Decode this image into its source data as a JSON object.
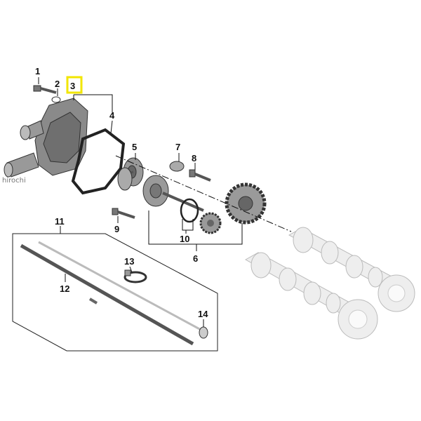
{
  "watermark": "hirochi",
  "callouts": {
    "p1": "1",
    "p2": "2",
    "p3": "3",
    "p4": "4",
    "p5": "5",
    "p6": "6",
    "p7": "7",
    "p8": "8",
    "p9": "9",
    "p10": "10",
    "p11": "11",
    "p12": "12",
    "p13": "13",
    "p14": "14"
  },
  "highlight": {
    "part": "3",
    "color": "#f2e600"
  },
  "colors": {
    "part_dark": "#7a7a7a",
    "part_mid": "#a9a9a9",
    "ghost": "#e6e6e6",
    "line": "#111111"
  }
}
